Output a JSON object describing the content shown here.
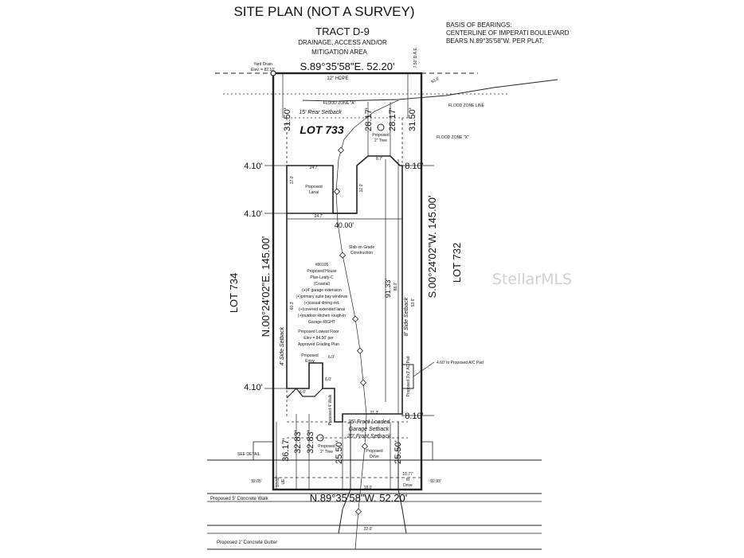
{
  "title": "SITE PLAN (NOT A SURVEY)",
  "tract": {
    "name": "TRACT D-9",
    "desc1": "DRAINAGE, ACCESS AND/OR",
    "desc2": "MITIGATION AREA"
  },
  "basis": {
    "line1": "BASIS OF BEARINGS:",
    "line2": "CENTERLINE OF IMPERATI BOULEVARD",
    "line3": "BEARS N.89°35'58\"W. PER PLAT."
  },
  "bearings": {
    "north": "S.89°35'58\"E. 52.20'",
    "south": "N.89°35'58\"W. 52.20'",
    "west": "N.00°24'02\"E. 145.00'",
    "east": "S.00°24'02\"W. 145.00'"
  },
  "lots": {
    "main": "LOT 733",
    "left": "LOT 734",
    "right": "LOT 732"
  },
  "setbacks": {
    "rear": "15' Rear Setback",
    "front_garage_1": "25' Front Loaded",
    "front_garage_2": "Garage Setback",
    "front": "20' Front Setback",
    "side_left": "4' Side Setback",
    "side_right": "8' Side Setback"
  },
  "dims": {
    "top_left": "31.50'",
    "top_mid": "28.17'",
    "top_mid2": "28.17'",
    "top_right": "31.50'",
    "left_4_10_a": "4.10'",
    "left_4_10_b": "4.10'",
    "left_4_10_c": "4.10'",
    "right_8_10_a": "8.10'",
    "right_8_10_b": "8.10'",
    "width_40": "40.00'",
    "depth_91": "91.33'",
    "b_36": "36.17'",
    "b_32a": "32.83'",
    "b_32b": "32.83'",
    "b_25a": "25.50'",
    "b_25b": "25.50'"
  },
  "small_dims": {
    "d_24_7a": "24.7'",
    "d_24_7b": "24.7'",
    "d_8_7": "8.7'",
    "d_17a": "17.0'",
    "d_17b": "17.0'",
    "d_60_3": "60.3'",
    "d_88": "88.0'",
    "d_6a": "6.0'",
    "d_6b": "6.0'",
    "d_6c": "6.0'",
    "d_21_3": "21.3'",
    "d_18": "18.0'",
    "d_22": "22.0'",
    "d_10_02": "10.02'",
    "ue": "UE",
    "d_7_5": "7.50' D.A.E.",
    "d_93": "93.6'",
    "d_92a": "92.05'",
    "d_92b": "92.93'",
    "d_53": "53.6'"
  },
  "notes": {
    "yard_drain_1": "Yard Drain",
    "yard_drain_2": "Elev. = 82.10'",
    "hdpe": "12\" HDPE",
    "flood_a": "FLOOD ZONE \"A\"",
    "flood_line": "FLOOD ZONE LINE",
    "flood_x": "FLOOD ZONE \"X\"",
    "tree_top_1": "Proposed",
    "tree_top_2": "2\" Tree",
    "lanai_1": "Proposed",
    "lanai_2": "Lanai",
    "slab_1": "Slab on Grade",
    "slab_2": "Construction",
    "house": [
      "#80105",
      "Proposed House",
      "Plan-Leafy-C",
      "(Coastal)",
      "(+)4' garage extension",
      "(+)primary suite bay windows",
      "(+)casual dining ext.",
      "(+)covered extended lanai",
      "(+)outdoor kitchen rough-in",
      "Garage-RIGHT"
    ],
    "floor": [
      "Proposed Lowest Floor",
      "Elev = 84.50' per",
      "Approved Grading Plan"
    ],
    "entry_1": "Proposed",
    "entry_2": "Entry",
    "walk": "Proposed 4' Walk",
    "pad": "Proposed 3'x3' AC Pad",
    "ac_note": "4.60' to Proposed A/C Pad",
    "see_detail": "SEE DETAIL",
    "tree_bot_1": "Proposed",
    "tree_bot_2": "2\" Tree",
    "drive_1": "Proposed",
    "drive_2": "Drive",
    "to_drive": [
      "10.77'",
      "to",
      "Drive"
    ],
    "walk_5": "Proposed 5' Concrete Walk",
    "gutter": "Proposed 2' Concrete Gutter"
  },
  "watermark": "StellarMLS"
}
